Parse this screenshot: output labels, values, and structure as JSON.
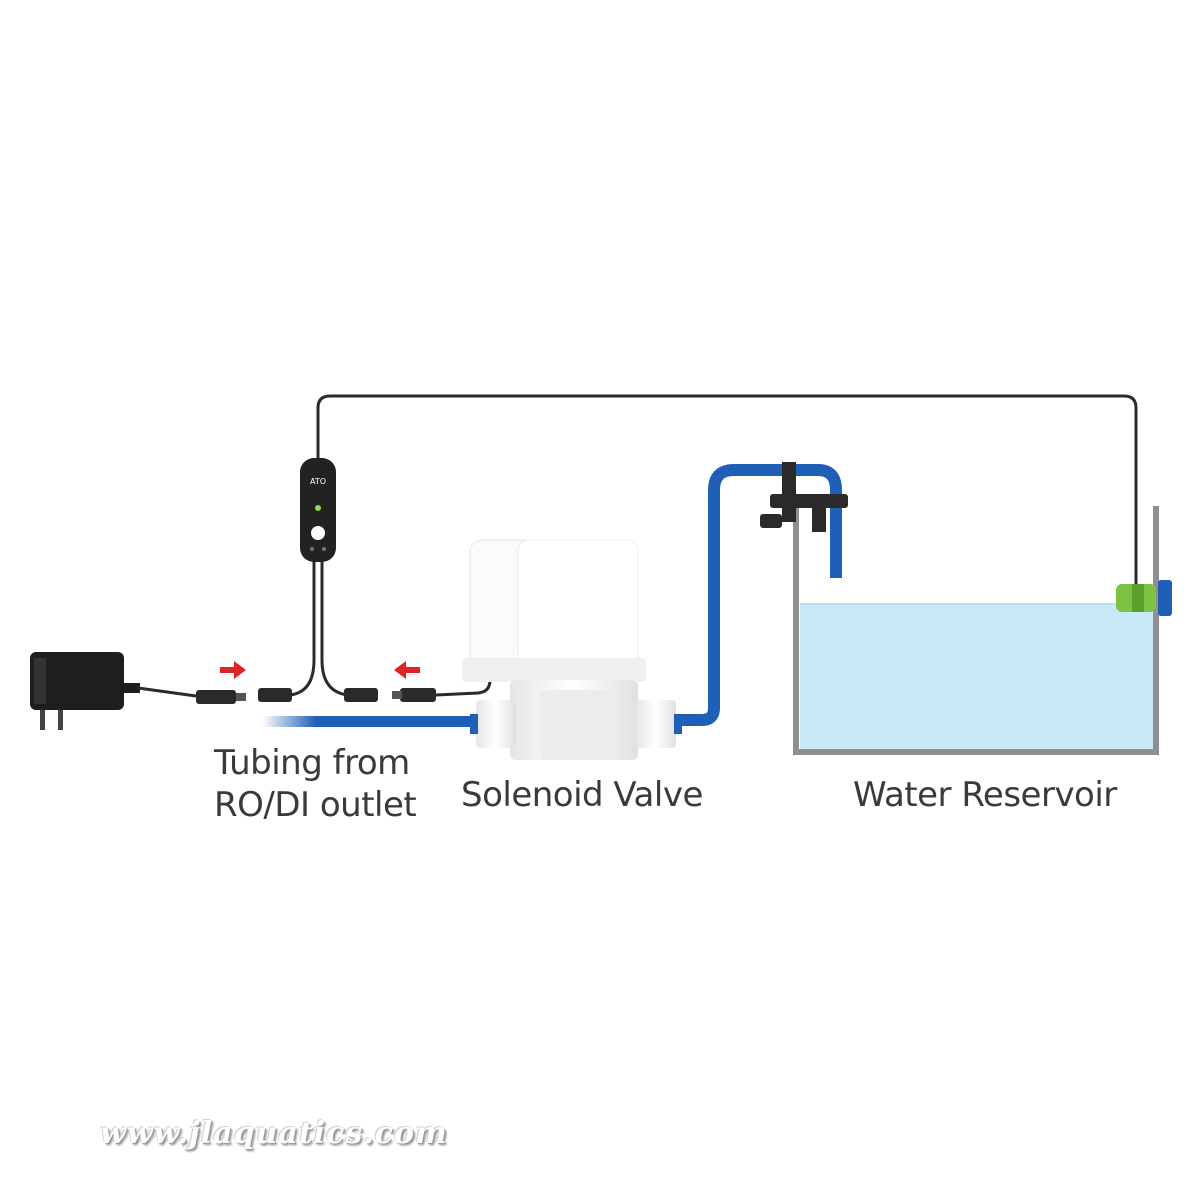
{
  "labels": {
    "tubing_line1": "Tubing from",
    "tubing_line2": "RO/DI outlet",
    "solenoid_valve": "Solenoid Valve",
    "water_reservoir": "Water Reservoir"
  },
  "controller": {
    "display_text": "ATO"
  },
  "watermark": "www.jlaquatics.com",
  "colors": {
    "tubing_blue": "#1f5fb5",
    "water_fill": "#c9e9f7",
    "tank_wall": "#8f8f8f",
    "cable": "#2b2b2b",
    "arrow_red": "#e02424",
    "valve_white": "#f5f5f5",
    "sensor_green": "#7dc242"
  }
}
